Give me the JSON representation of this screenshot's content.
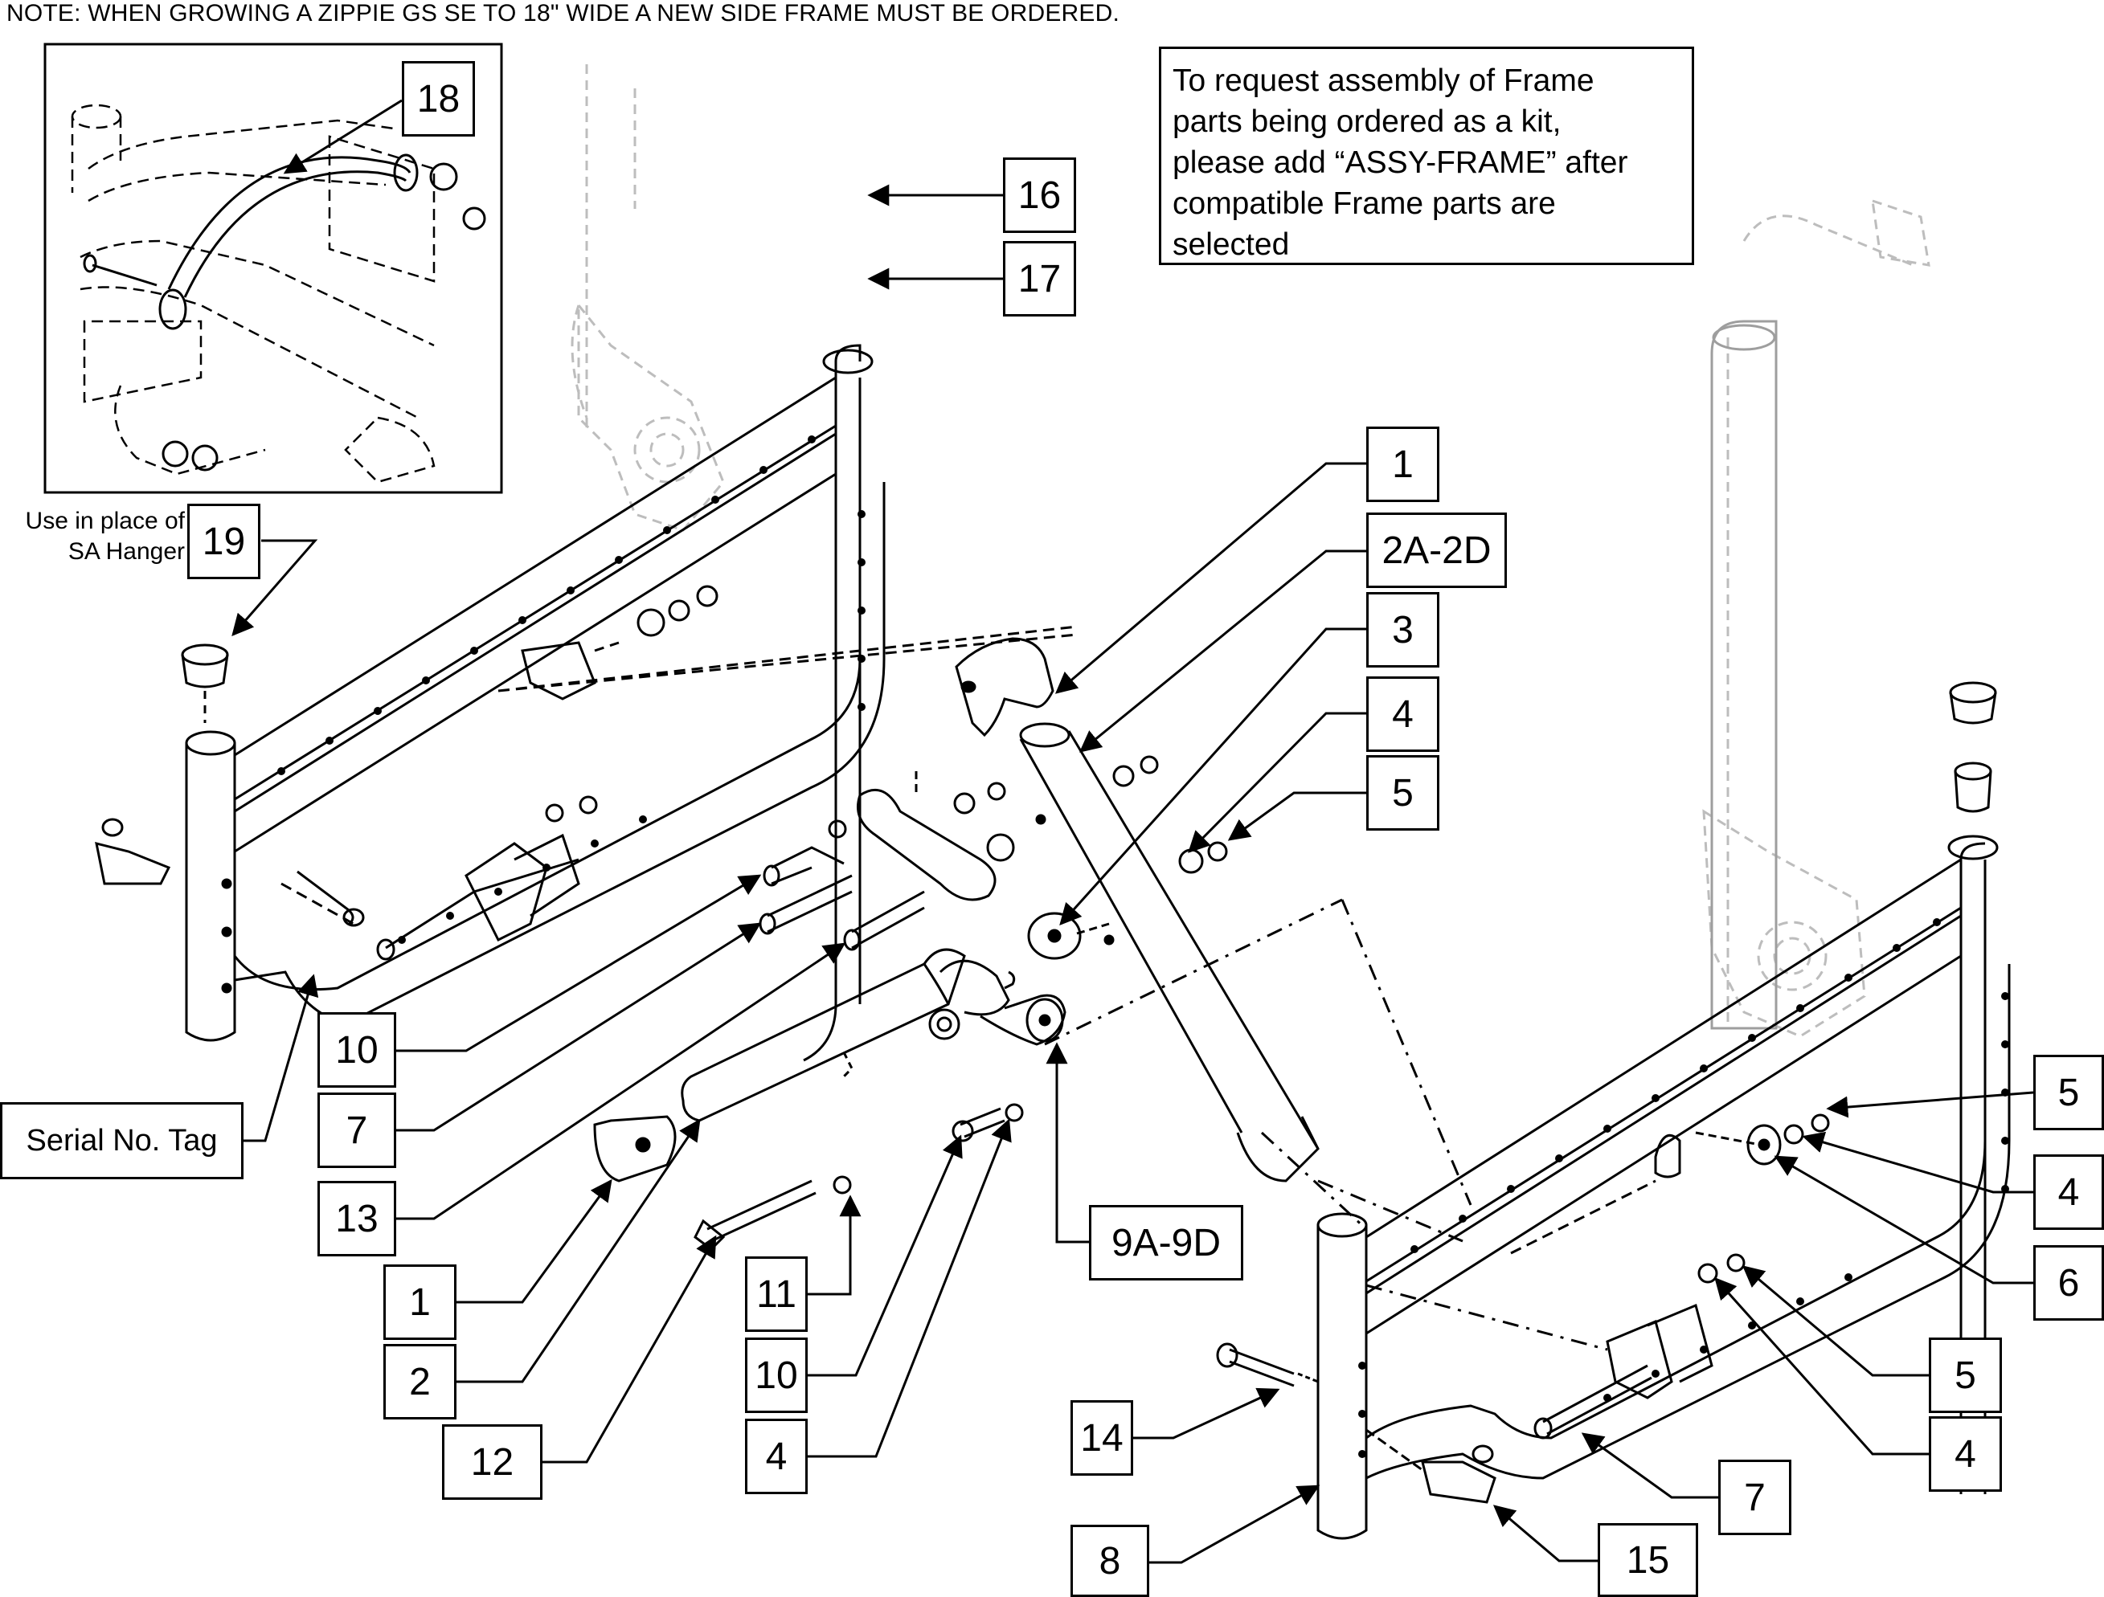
{
  "note": "NOTE: WHEN GROWING A ZIPPIE GS SE TO 18\" WIDE A NEW SIDE FRAME MUST BE ORDERED.",
  "info_box": {
    "text": "To request assembly of Frame\nparts being ordered as a kit,\nplease add “ASSY-FRAME” after\ncompatible Frame parts are\nselected"
  },
  "sa_hanger_note": "Use in place of\nSA Hanger",
  "serial_tag_label": "Serial No. Tag",
  "callouts": [
    {
      "id": "c18",
      "label": "18"
    },
    {
      "id": "c16",
      "label": "16"
    },
    {
      "id": "c17",
      "label": "17"
    },
    {
      "id": "c19",
      "label": "19"
    },
    {
      "id": "c1a",
      "label": "1"
    },
    {
      "id": "c2a",
      "label": "2A-2D"
    },
    {
      "id": "c3",
      "label": "3"
    },
    {
      "id": "c4a",
      "label": "4"
    },
    {
      "id": "c5a",
      "label": "5"
    },
    {
      "id": "c10a",
      "label": "10"
    },
    {
      "id": "c7a",
      "label": "7"
    },
    {
      "id": "c13",
      "label": "13"
    },
    {
      "id": "c1b",
      "label": "1"
    },
    {
      "id": "c2b",
      "label": "2"
    },
    {
      "id": "c12",
      "label": "12"
    },
    {
      "id": "c11",
      "label": "11"
    },
    {
      "id": "c10b",
      "label": "10"
    },
    {
      "id": "c4b",
      "label": "4"
    },
    {
      "id": "c9",
      "label": "9A-9D"
    },
    {
      "id": "c5b",
      "label": "5"
    },
    {
      "id": "c4c",
      "label": "4"
    },
    {
      "id": "c6",
      "label": "6"
    },
    {
      "id": "c5c",
      "label": "5"
    },
    {
      "id": "c4d",
      "label": "4"
    },
    {
      "id": "c7b",
      "label": "7"
    },
    {
      "id": "c14",
      "label": "14"
    },
    {
      "id": "c8",
      "label": "8"
    },
    {
      "id": "c15",
      "label": "15"
    }
  ]
}
